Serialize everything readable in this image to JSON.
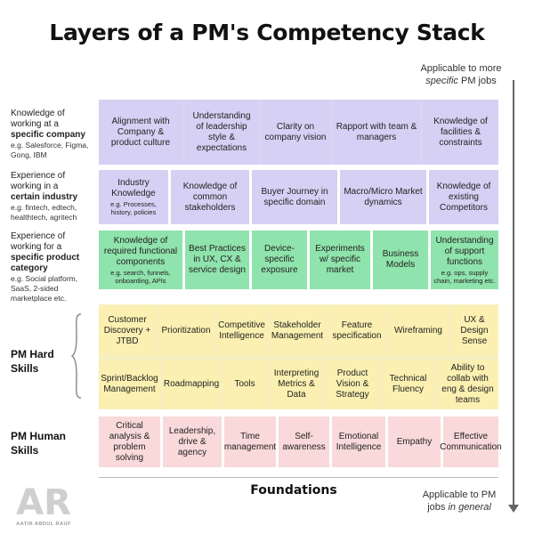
{
  "title": "Layers of a PM's Competency Stack",
  "top_note": {
    "line1": "Applicable to  more",
    "line2_italic": "specific",
    "line2_rest": " PM jobs"
  },
  "bottom_note": {
    "line1": "Applicable to PM",
    "line2_rest": "jobs ",
    "line2_italic": "in general"
  },
  "rows": {
    "company": {
      "label_pre": "Knowledge of working at a",
      "label_bold": "specific company",
      "label_small": "e.g. Salesforce, Figma, Gong, IBM",
      "cells": [
        "Alignment with Company & product culture",
        "Understanding of leadership style & expectations",
        "Clarity on company vision",
        "Rapport with team & managers",
        "Knowledge of facilities & constraints"
      ]
    },
    "industry": {
      "label_pre": "Experience of working in a",
      "label_bold": "certain industry",
      "label_small": "e.g. fintech, edtech, healthtech, agritech",
      "cells": [
        {
          "text": "Industry Knowledge",
          "sub": "e.g. Processes, history, policies"
        },
        {
          "text": "Knowledge of common stakeholders"
        },
        {
          "text": "Buyer Journey in specific domain"
        },
        {
          "text": "Macro/Micro Market dynamics"
        },
        {
          "text": "Knowledge of existing Competitors"
        }
      ]
    },
    "product": {
      "label_pre": "Experience of working for a",
      "label_bold": "specific product category",
      "label_small": "e.g. Social platform, SaaS, 2-sided marketplace etc.",
      "cells": [
        {
          "text": "Knowledge of required functional components",
          "sub": "e.g. search, funnels, onboarding, APIs"
        },
        {
          "text": "Best Practices in UX, CX & service design"
        },
        {
          "text": "Device-specific exposure"
        },
        {
          "text": "Experiments w/ specific market"
        },
        {
          "text": "Business Models"
        },
        {
          "text": "Understanding of support functions",
          "sub": "e.g. ops, supply chain, marketing etc."
        }
      ]
    },
    "hard": {
      "label": "PM Hard Skills",
      "row1": [
        "Customer Discovery + JTBD",
        "Prioritization",
        "Competitive Intelligence",
        "Stakeholder Management",
        "Feature specification",
        "Wireframing",
        "UX & Design Sense"
      ],
      "row2": [
        "Sprint/Backlog Management",
        "Roadmapping",
        "Tools",
        "Interpreting Metrics & Data",
        "Product Vision & Strategy",
        "Technical Fluency",
        "Ability to collab with eng & design teams"
      ]
    },
    "human": {
      "label": "PM Human Skills",
      "cells": [
        "Critical analysis & problem solving",
        "Leadership, drive & agency",
        "Time management",
        "Self-awareness",
        "Emotional Intelligence",
        "Empathy",
        "Effective Communication"
      ]
    }
  },
  "foundations": "Foundations",
  "logo": {
    "mark": "AR",
    "name": "AATIR ABDUL RAUF"
  },
  "colors": {
    "purple": "#d6d0f4",
    "green": "#8fe3ac",
    "yellow": "#fbf0b1",
    "pink": "#f9d9d9",
    "axis": "#666666"
  }
}
